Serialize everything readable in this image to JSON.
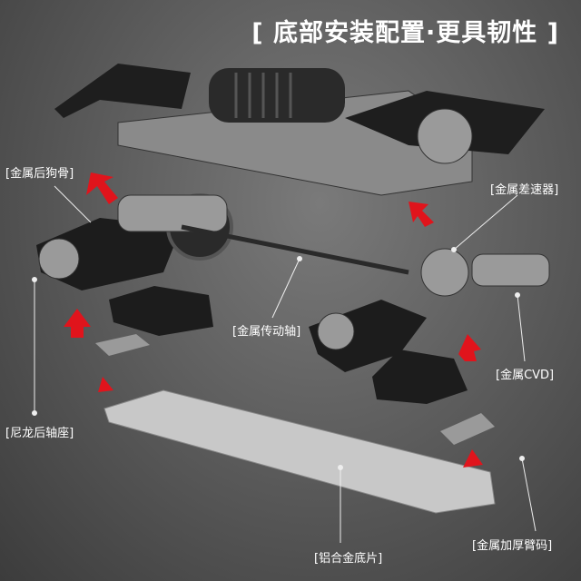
{
  "title": "[ 底部安装配置·更具韧性 ]",
  "labels": {
    "rear_dogbone": "[金属后狗骨]",
    "differential": "[金属差速器]",
    "drive_shaft": "[金属传动轴]",
    "cvd": "[金属CVD]",
    "rear_axle_seat": "[尼龙后轴座]",
    "chassis_plate": "[铝合金底片]",
    "arm_mount": "[金属加厚臂码]"
  },
  "colors": {
    "arrow": "#e0141c",
    "part_dark": "#1c1c1c",
    "part_metal": "#9a9a9a",
    "plate": "#c8c8c8"
  }
}
